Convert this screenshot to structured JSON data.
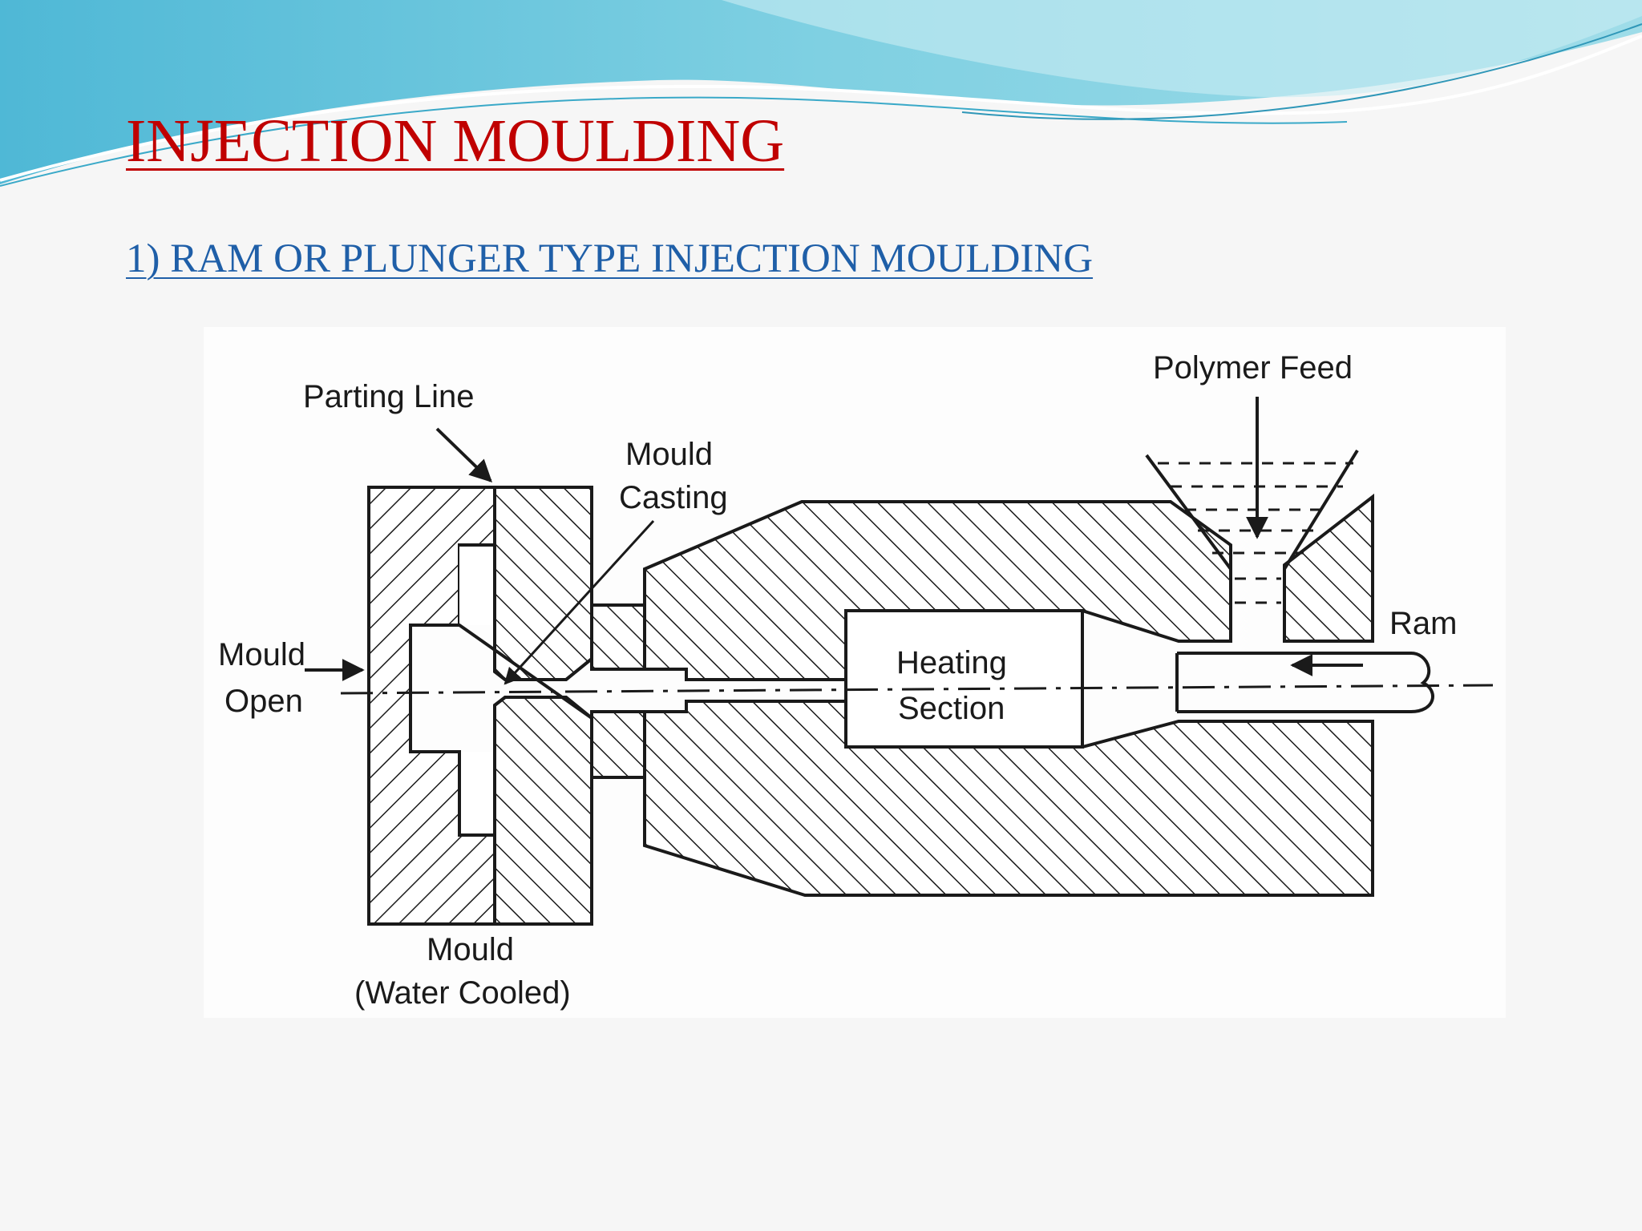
{
  "slide": {
    "title": "INJECTION MOULDING",
    "subtitle": "1) RAM OR PLUNGER TYPE INJECTION MOULDING"
  },
  "diagram": {
    "labels": {
      "parting_line": "Parting Line",
      "mould_casting_1": "Mould",
      "mould_casting_2": "Casting",
      "polymer_feed": "Polymer Feed",
      "ram": "Ram",
      "mould_open_1": "Mould",
      "mould_open_2": "Open",
      "heating_1": "Heating",
      "heating_2": "Section",
      "mould_bottom_1": "Mould",
      "mould_bottom_2": "(Water Cooled)"
    }
  },
  "theme": {
    "title_color": "#c00000",
    "subtitle_color": "#1f5fa8",
    "wave_color": "#5bc3db"
  }
}
